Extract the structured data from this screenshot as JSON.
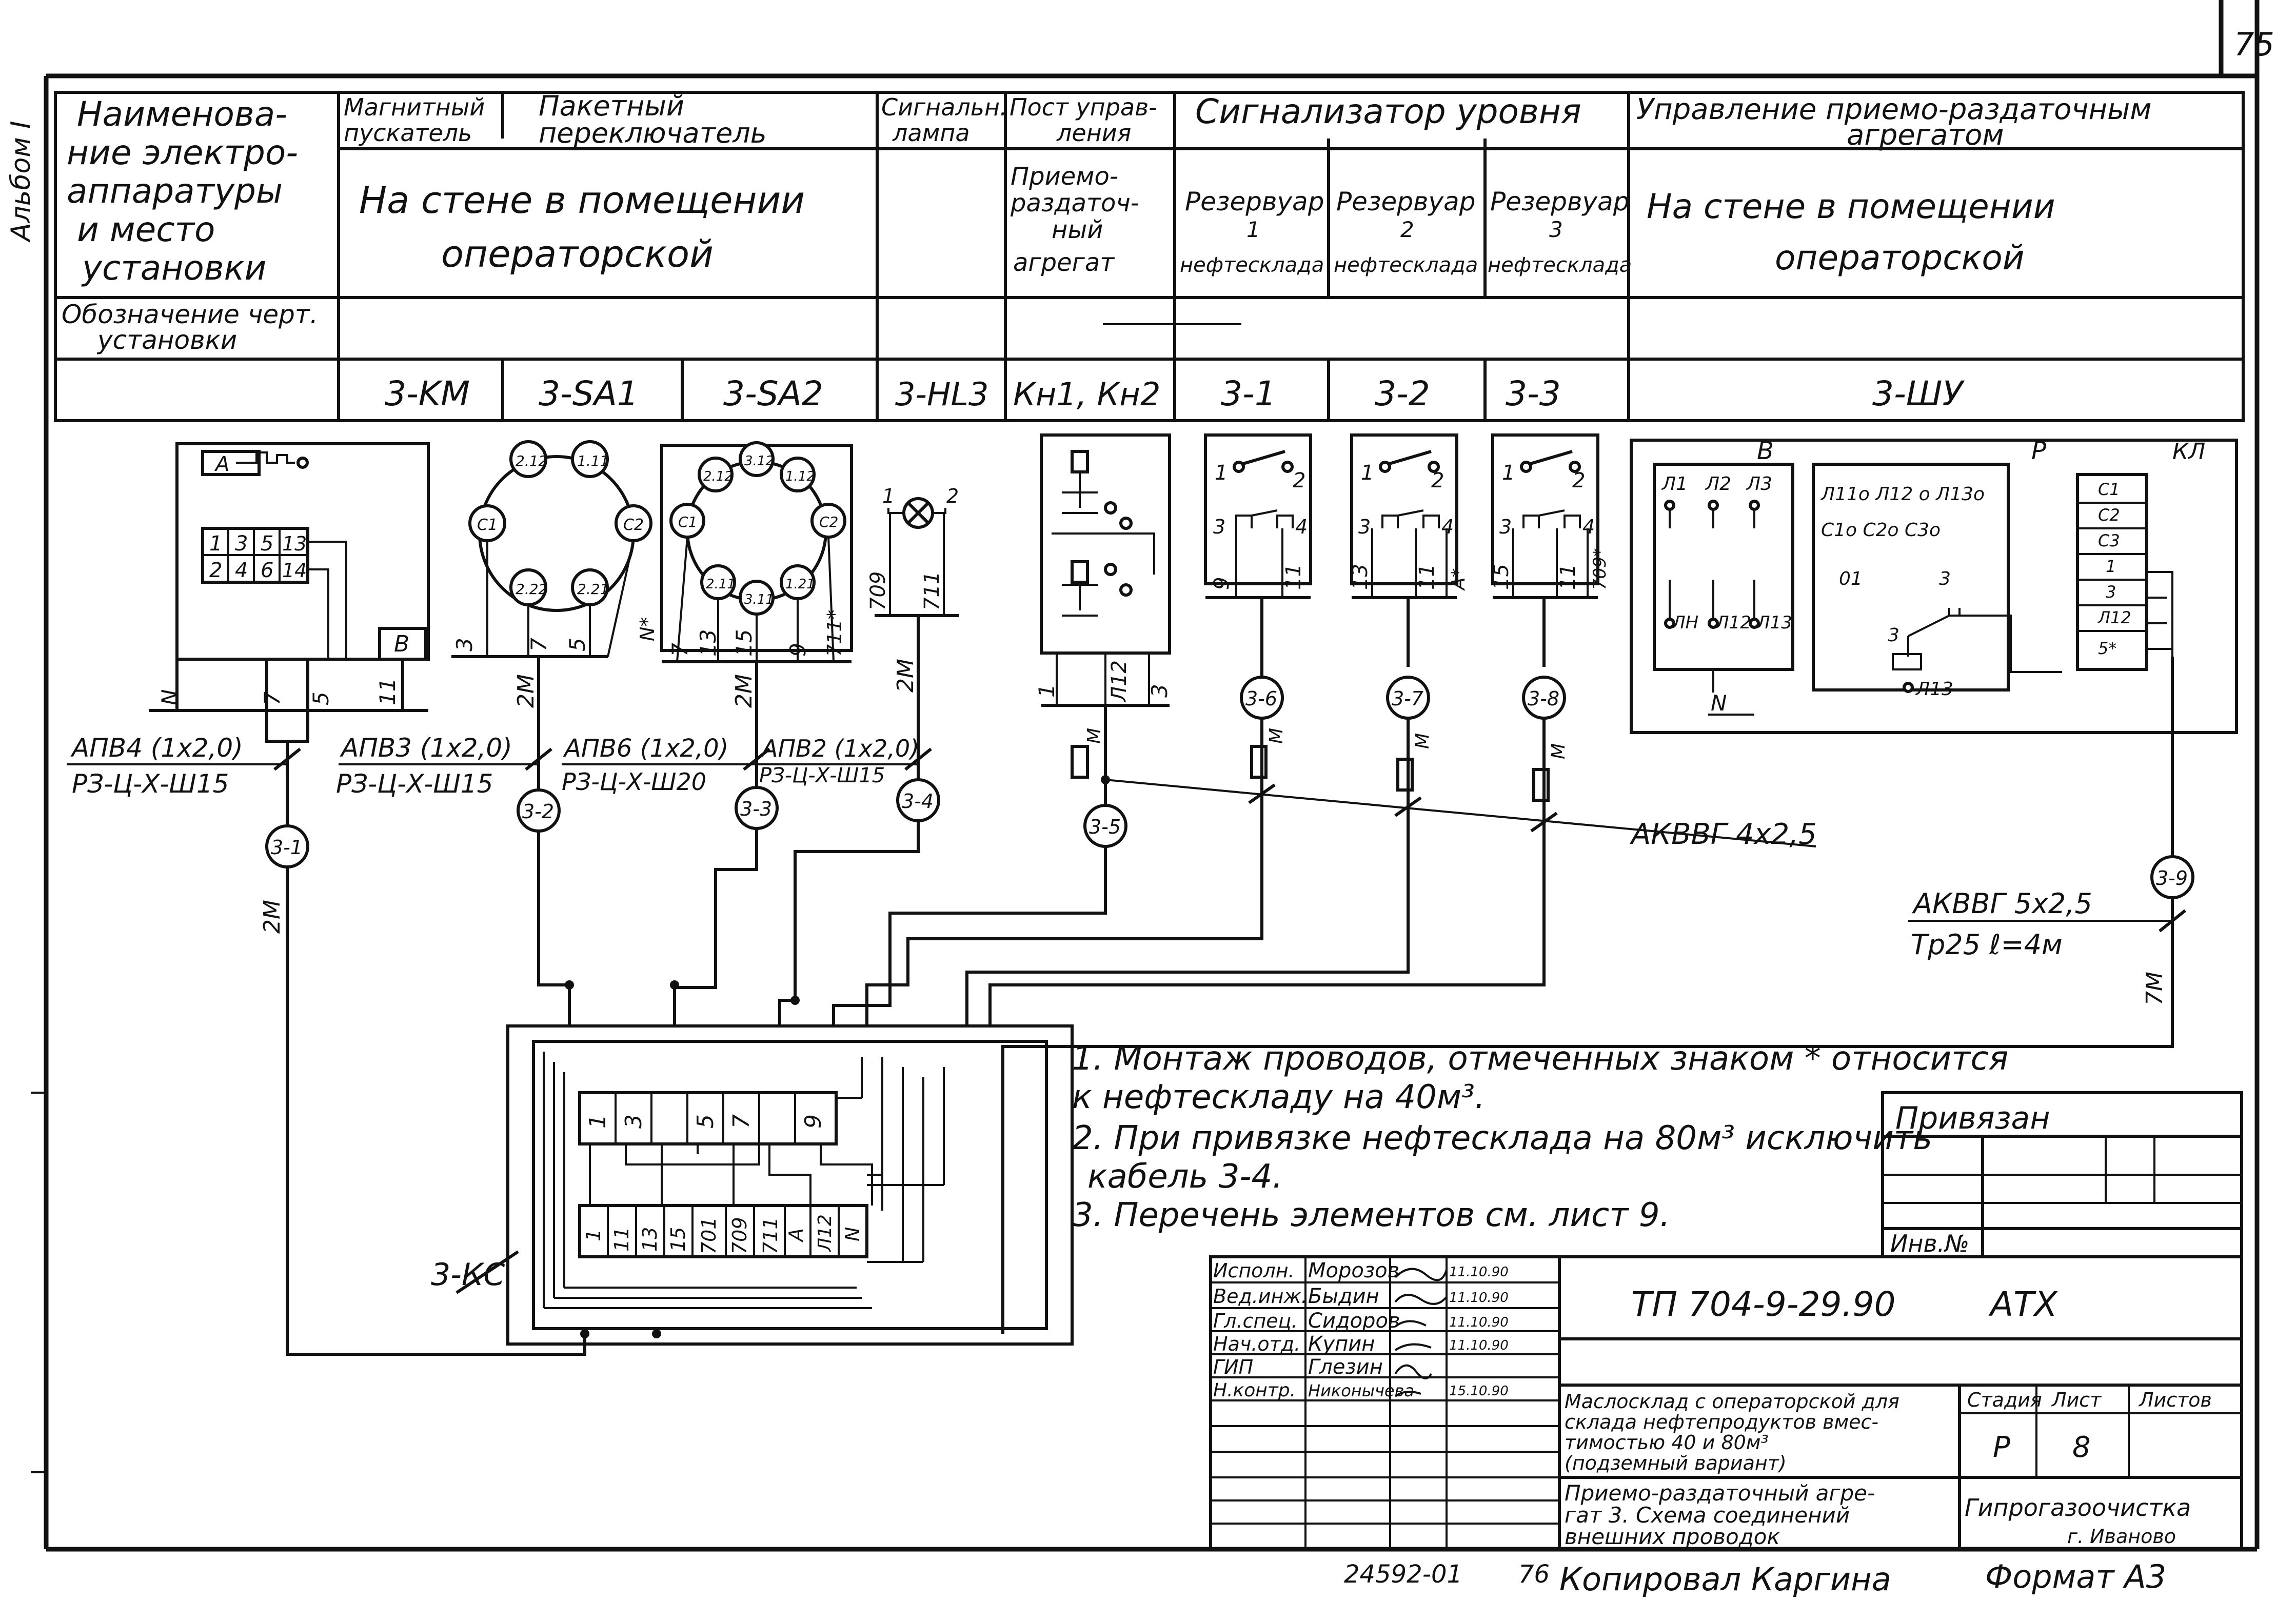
{
  "sheet": {
    "page_number": "75",
    "side_label": "Альбом I"
  },
  "header_table": {
    "columns": [
      "Наименова-ние электро-аппаратуры и место установки",
      "Магнитный пускатель",
      "Пакетный переключатель",
      "Сигнальн. лампа",
      "Пост управ-ления",
      "Сигнализатор уровня",
      "Управление приемо-раздаточным агрегатом"
    ],
    "row_label_1": "Наименова-",
    "row_label_2": "ние электро-",
    "row_label_3": "аппаратуры",
    "row_label_4": "и место",
    "row_label_5": "установки",
    "col_mag_1": "Магнитный",
    "col_mag_2": "пускатель",
    "col_pak_1": "Пакетный",
    "col_pak_2": "переключатель",
    "col_sig_1": "Сигнальн.",
    "col_sig_2": "лампа",
    "col_post_1": "Пост управ-",
    "col_post_2": "ления",
    "col_level": "Сигнализатор уровня",
    "col_ctrl_1": "Управление приемо-раздаточным",
    "col_ctrl_2": "агрегатом",
    "place_left_1": "На стене в помещении",
    "place_left_2": "операторской",
    "place_right_1": "На стене в помещении",
    "place_right_2": "операторской",
    "post_place_1": "Приемо-",
    "post_place_2": "раздаточ-",
    "post_place_3": "ный",
    "post_place_4": "агрегат",
    "res1_1": "Резервуар",
    "res1_2": "1",
    "res1_3": "нефтесклада",
    "res2_1": "Резервуар",
    "res2_2": "2",
    "res2_3": "нефтесклада",
    "res3_1": "Резервуар",
    "res3_2": "3",
    "res3_3": "нефтесклада",
    "drawing_label_1": "Обозначение черт.",
    "drawing_label_2": "установки",
    "designations": [
      "3-KM",
      "3-SA1",
      "3-SA2",
      "3-HL3",
      "Кн1, Кн2",
      "3-1",
      "3-2",
      "3-3",
      "3-ШУ"
    ]
  },
  "devices": {
    "km_terms_top": [
      "1",
      "3",
      "5",
      "13"
    ],
    "km_terms_bottom": [
      "2",
      "4",
      "6",
      "14"
    ],
    "km_A": "A",
    "km_B": "B",
    "km_wires": [
      "N",
      "7",
      "5",
      "11"
    ],
    "sa1_contacts": [
      "2.12",
      "1.11",
      "C1",
      "C2",
      "2.22",
      "2.21"
    ],
    "sa1_wires": [
      "3",
      "7",
      "5"
    ],
    "sa2_contacts": [
      "2.12",
      "3.12",
      "1.12",
      "C1",
      "C2",
      "2.11",
      "3.11",
      "1.21"
    ],
    "sa2_wires": [
      "N*",
      "7",
      "13",
      "15",
      "9",
      "711*"
    ],
    "lamp_terms": [
      "1",
      "2"
    ],
    "lamp_wires": [
      "709",
      "711"
    ],
    "post_wires": [
      "1",
      "Л12",
      "3"
    ],
    "level1_terms": [
      "1",
      "2",
      "3",
      "4"
    ],
    "level1_wires": [
      "9",
      "11"
    ],
    "level2_terms": [
      "1",
      "2",
      "3",
      "4"
    ],
    "level2_wires": [
      "13",
      "11",
      "A*"
    ],
    "level3_terms": [
      "1",
      "2",
      "3",
      "4"
    ],
    "level3_wires": [
      "15",
      "11",
      "709*"
    ],
    "shu_B": "B",
    "shu_P": "P",
    "shu_KL": "КЛ",
    "shu_L1": "Л1",
    "shu_L2": "Л2",
    "shu_L3": "Л3",
    "shu_LH1": "ЛН",
    "shu_LH2": "Л12",
    "shu_LH3": "Л13",
    "shu_p_line1": "Л11о Л12 о Л13о",
    "shu_p_line2": "С1о С2о С3о",
    "shu_p_o1": "01",
    "shu_p_3a": "3",
    "shu_p_3b": "3",
    "shu_p_L13": "Л13",
    "shu_N": "N",
    "shu_kl_terms": [
      "С1",
      "С2",
      "С3",
      "1",
      "3",
      "Л12",
      "5*"
    ]
  },
  "cables": {
    "c1_mark": "3-1",
    "c1_spec_1": "АПВ4 (1x2,0)",
    "c1_spec_2": "РЗ-Ц-Х-Ш15",
    "c1_len": "2М",
    "c2_mark": "3-2",
    "c2_spec_1": "АПВ3 (1x2,0)",
    "c2_spec_2": "РЗ-Ц-Х-Ш15",
    "c2_len": "2М",
    "c3_mark": "3-3",
    "c3_spec_1": "АПВ6 (1x2,0)",
    "c3_spec_2": "РЗ-Ц-Х-Ш20",
    "c3_len": "2М",
    "c4_mark": "3-4",
    "c4_spec_1": "АПВ2 (1x2,0)",
    "c4_spec_2": "РЗ-Ц-Х-Ш15",
    "c4_len": "2М",
    "c5_mark": "3-5",
    "c5_len": "М",
    "c6_mark": "3-6",
    "c6_len": "М",
    "c7_mark": "3-7",
    "c7_len": "М",
    "c8_mark": "3-8",
    "c8_len": "М",
    "c9_mark": "3-9",
    "c9_spec_1": "АКВВГ 5x2,5",
    "c9_spec_2": "Тр25 ℓ=4м",
    "c9_len": "7М",
    "akvvg_4": "АКВВГ 4x2,5"
  },
  "junction_box": {
    "label": "3-КС",
    "top_terminals": [
      "1",
      "3",
      "5",
      "7",
      "9"
    ],
    "bottom_terminals": [
      "1",
      "11",
      "13",
      "15",
      "701",
      "709",
      "711",
      "A",
      "Л12",
      "N"
    ]
  },
  "notes": {
    "n1_a": "1. Монтаж проводов, отмеченных знаком * относится",
    "n1_b": "к нефтескладу на 40м³.",
    "n2_a": "2. При привязке нефтесклада на 80м³ исключить",
    "n2_b": "кабель 3-4.",
    "n3": "3. Перечень элементов см. лист 9."
  },
  "privyazan": {
    "title": "Привязан",
    "inv": "Инв.№"
  },
  "title_block": {
    "roles": [
      "Исполн.",
      "Вед.инж.",
      "Гл.спец.",
      "Нач.отд.",
      "ГИП",
      "Н.контр."
    ],
    "names": [
      "Морозов",
      "Быдин",
      "Сидоров",
      "Купин",
      "Глезин",
      "Никонычева"
    ],
    "dates": [
      "11.10.90",
      "11.10.90",
      "11.10.90",
      "11.10.90",
      "",
      "15.10.90"
    ],
    "code": "ТП 704-9-29.90",
    "code_suffix": "АТХ",
    "project_1": "Маслосклад с операторской для",
    "project_2": "склада нефтепродуктов вмес-",
    "project_3": "тимостью 40 и 80м³",
    "project_4": "(подземный вариант)",
    "sheet_title_1": "Приемо-раздаточный агре-",
    "sheet_title_2": "гат 3. Схема соединений",
    "sheet_title_3": "внешних проводок",
    "stage_label": "Стадия",
    "sheet_label": "Лист",
    "sheets_label": "Листов",
    "stage": "Р",
    "sheet": "8",
    "org_1": "Гипрогазоочистка",
    "org_2": "г. Иваново"
  },
  "footer": {
    "number": "24592-01",
    "page": "76",
    "copied": "Копировал Каргина",
    "format": "Формат А3"
  }
}
